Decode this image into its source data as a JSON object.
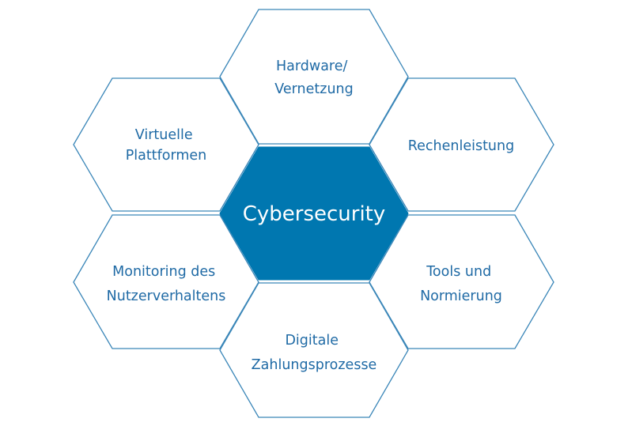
{
  "colors": {
    "accent": "#0077b0",
    "center_text": "#ffffff",
    "outline": "#3a86b8",
    "label_text": "#1f6aa5"
  },
  "center": {
    "label": "Cybersecurity"
  },
  "nodes": [
    {
      "id": "top",
      "lines": [
        "Hardware/",
        "Vernetzung"
      ]
    },
    {
      "id": "upper-right",
      "lines": [
        "Rechenleistung"
      ]
    },
    {
      "id": "lower-right",
      "lines": [
        "Tools und",
        "Normierung"
      ]
    },
    {
      "id": "bottom",
      "lines": [
        "Digitale",
        "Zahlungsprozesse"
      ]
    },
    {
      "id": "lower-left",
      "lines": [
        "Monitoring des",
        "Nutzerverhaltens"
      ]
    },
    {
      "id": "upper-left",
      "lines": [
        "Virtuelle",
        "Plattformen"
      ]
    }
  ]
}
